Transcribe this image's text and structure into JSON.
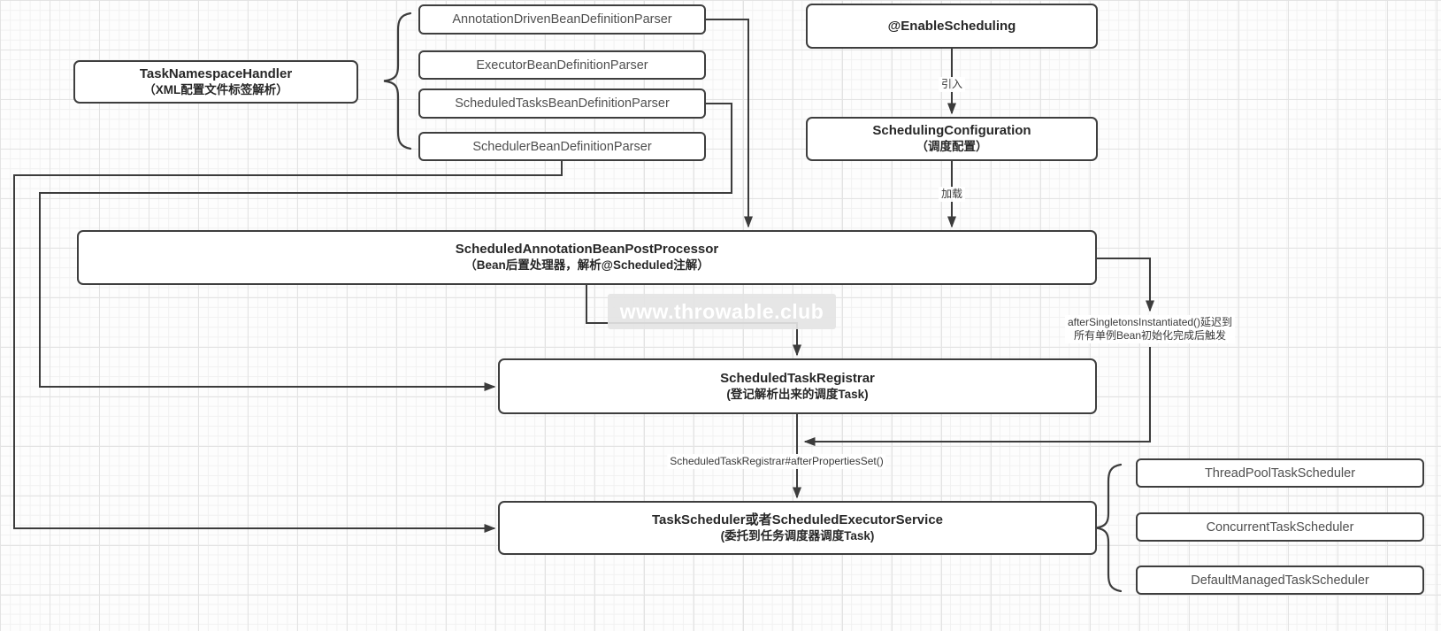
{
  "watermark": "www.throwable.club",
  "nodes": {
    "task_namespace_handler": {
      "title": "TaskNamespaceHandler",
      "subtitle": "（XML配置文件标签解析）"
    },
    "enable_scheduling": {
      "title": "@EnableScheduling"
    },
    "scheduling_configuration": {
      "title": "SchedulingConfiguration",
      "subtitle": "（调度配置）"
    },
    "post_processor": {
      "title": "ScheduledAnnotationBeanPostProcessor",
      "subtitle": "（Bean后置处理器，解析@Scheduled注解）"
    },
    "task_registrar": {
      "title": "ScheduledTaskRegistrar",
      "subtitle": "(登记解析出来的调度Task)"
    },
    "task_scheduler": {
      "title": "TaskScheduler或者ScheduledExecutorService",
      "subtitle": "(委托到任务调度器调度Task)"
    }
  },
  "parsers": [
    "AnnotationDrivenBeanDefinitionParser",
    "ExecutorBeanDefinitionParser",
    "ScheduledTasksBeanDefinitionParser",
    "SchedulerBeanDefinitionParser"
  ],
  "schedulers": [
    "ThreadPoolTaskScheduler",
    "ConcurrentTaskScheduler",
    "DefaultManagedTaskScheduler"
  ],
  "edge_labels": {
    "import": "引入",
    "load": "加载",
    "after_singletons_line1": "afterSingletonsInstantiated()延迟到",
    "after_singletons_line2": "所有单例Bean初始化完成后触发",
    "after_properties_set": "ScheduledTaskRegistrar#afterPropertiesSet()"
  },
  "colors": {
    "line": "#3c3c3c",
    "node_border": "#3e3e3e",
    "title_text": "#272727",
    "muted_text": "#4f4f4f",
    "watermark_text": "#ffffff",
    "watermark_bg": "#e4e4e4",
    "grid_major": "#e3e3e3",
    "grid_minor": "#f1f1f1"
  }
}
